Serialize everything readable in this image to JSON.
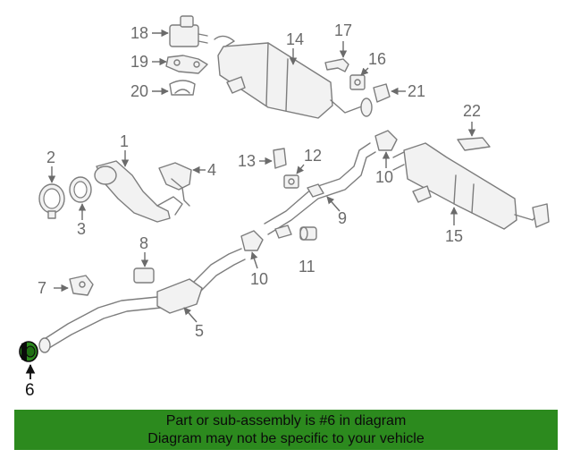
{
  "diagram": {
    "callouts": {
      "c1": "1",
      "c2": "2",
      "c3": "3",
      "c4": "4",
      "c5": "5",
      "c6": "6",
      "c7": "7",
      "c8": "8",
      "c9": "9",
      "c10a": "10",
      "c10b": "10",
      "c11": "11",
      "c12": "12",
      "c13": "13",
      "c14": "14",
      "c15": "15",
      "c16": "16",
      "c17": "17",
      "c18": "18",
      "c19": "19",
      "c20": "20",
      "c21": "21",
      "c22": "22"
    },
    "highlighted_part": "6",
    "highlight_color": "#2c8a1e"
  },
  "banner": {
    "line1": "Part or sub-assembly is #6 in diagram",
    "line2": "Diagram may not be specific to your vehicle",
    "background": "#2c8a1e"
  }
}
